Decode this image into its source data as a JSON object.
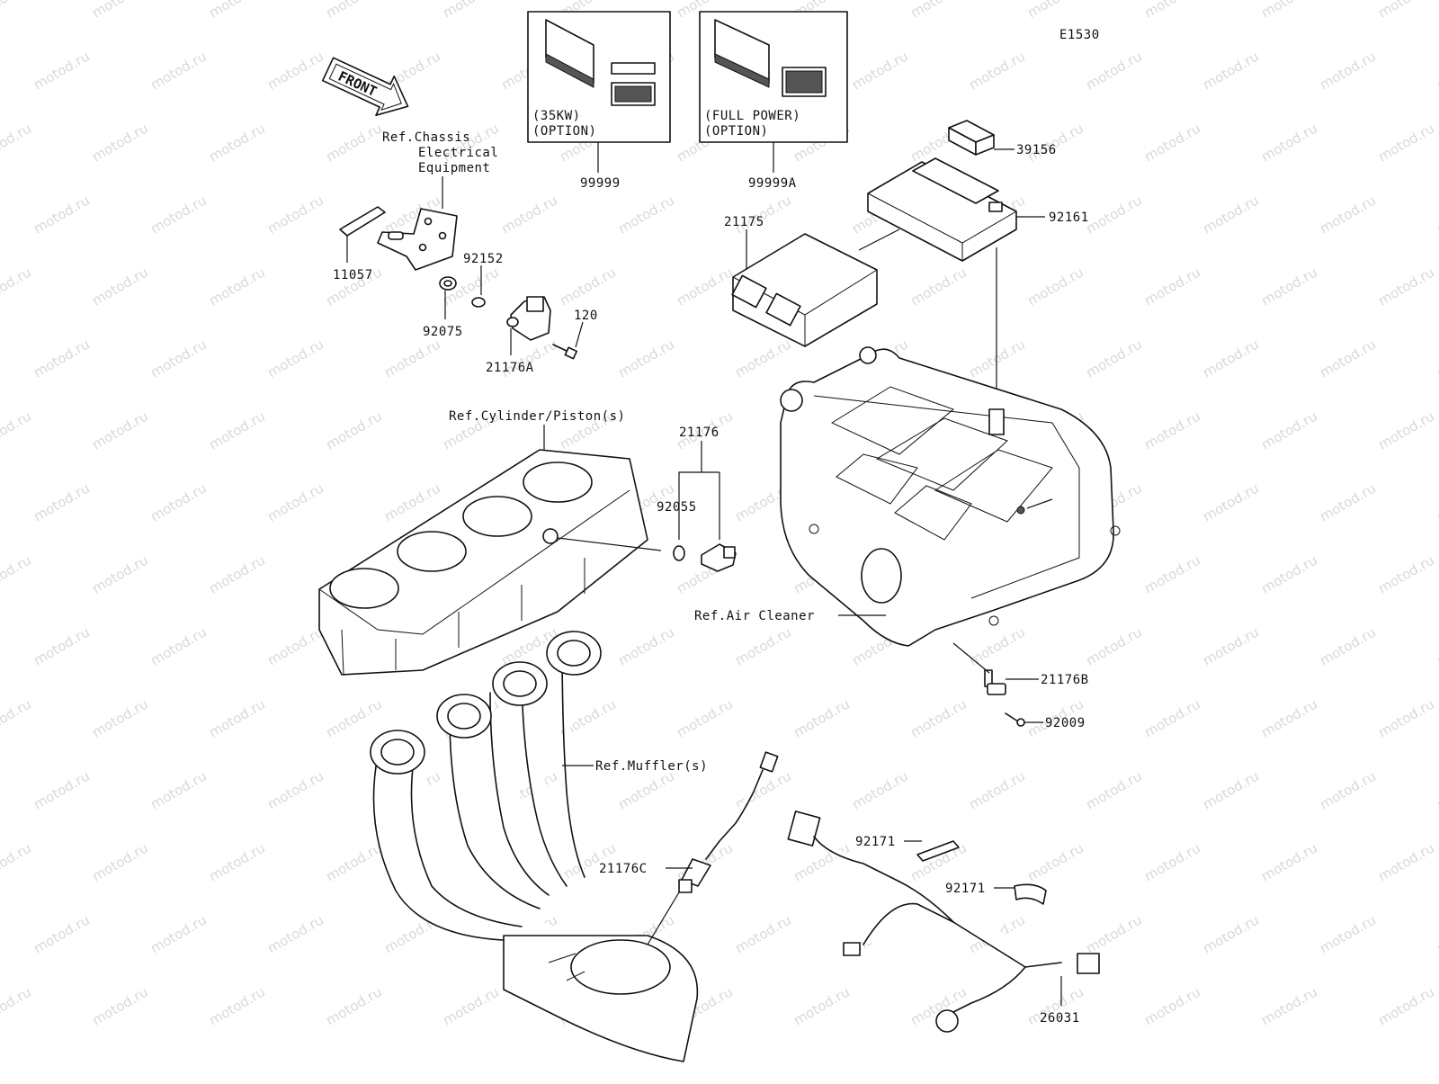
{
  "diagram_code": "E1530",
  "front_arrow": "FRONT",
  "watermark": "motod.ru",
  "option_boxes": [
    {
      "line1": "(35KW)",
      "line2": "(OPTION)",
      "part": "99999"
    },
    {
      "line1": "(FULL POWER)",
      "line2": "(OPTION)",
      "part": "99999A"
    }
  ],
  "refs": {
    "chassis": [
      "Ref.Chassis",
      "Electrical",
      "Equipment"
    ],
    "cylinder": "Ref.Cylinder/Piston(s)",
    "air_cleaner": "Ref.Air Cleaner",
    "muffler": "Ref.Muffler(s)"
  },
  "parts": {
    "p11057": "11057",
    "p92152": "92152",
    "p92075": "92075",
    "p120": "120",
    "p21176A": "21176A",
    "p21175": "21175",
    "p39156": "39156",
    "p92161": "92161",
    "p21176": "21176",
    "p92055": "92055",
    "p21176B": "21176B",
    "p92009": "92009",
    "p21176C": "21176C",
    "p92171a": "92171",
    "p92171b": "92171",
    "p26031": "26031"
  },
  "colors": {
    "line": "#111111",
    "watermark": "#d9d9d9",
    "background": "#ffffff"
  }
}
